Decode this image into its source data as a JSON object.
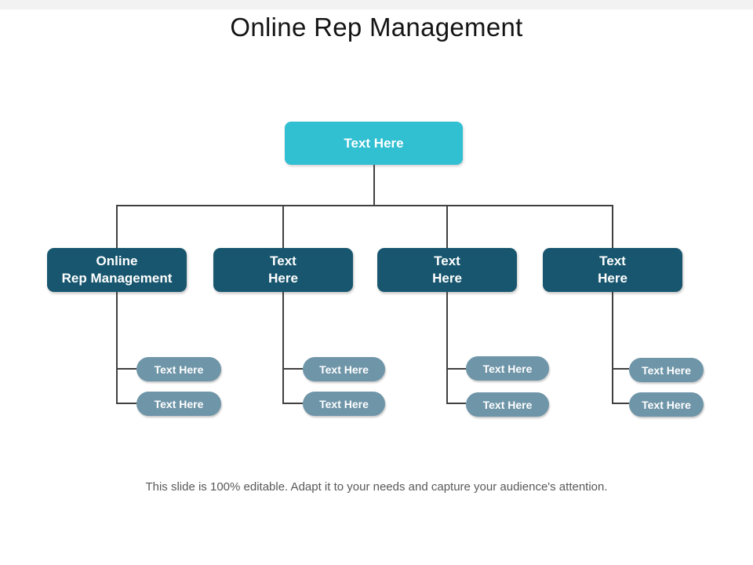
{
  "slide": {
    "title": "Online Rep Management",
    "caption": "This slide is 100% editable. Adapt it to your needs and capture your audience's attention."
  },
  "chart": {
    "type": "org-chart",
    "root": {
      "label": "Text Here"
    },
    "groups": [
      {
        "label": "Online\nRep Management",
        "pills": [
          "Text Here",
          "Text Here"
        ]
      },
      {
        "label": "Text\nHere",
        "pills": [
          "Text Here",
          "Text Here"
        ]
      },
      {
        "label": "Text\nHere",
        "pills": [
          "Text Here",
          "Text Here"
        ]
      },
      {
        "label": "Text\nHere",
        "pills": [
          "Text Here",
          "Text Here"
        ]
      }
    ]
  },
  "colors": {
    "root_box": "#31bfd2",
    "branch_box": "#17566e",
    "pill": "#6e95a8",
    "connector": "#404040",
    "title_text": "#141414",
    "caption_text": "#595959",
    "top_strip": "#f2f2f2"
  }
}
